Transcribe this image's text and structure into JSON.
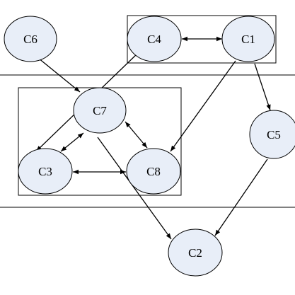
{
  "colors": {
    "node_fill": "#e8eef8",
    "stroke": "#000000",
    "box_stroke": "#000000",
    "band_stroke": "#000000",
    "background": "#ffffff"
  },
  "nodes": {
    "c1": {
      "label": "C1"
    },
    "c2": {
      "label": "C2"
    },
    "c3": {
      "label": "C3"
    },
    "c4": {
      "label": "C4"
    },
    "c5": {
      "label": "C5"
    },
    "c6": {
      "label": "C6"
    },
    "c7": {
      "label": "C7"
    },
    "c8": {
      "label": "C8"
    }
  },
  "edges": [
    {
      "from": "C6",
      "to": "C7",
      "direction": "forward"
    },
    {
      "from": "C4",
      "to": "C3",
      "direction": "forward"
    },
    {
      "from": "C4",
      "to": "C1",
      "direction": "both"
    },
    {
      "from": "C1",
      "to": "C8",
      "direction": "forward"
    },
    {
      "from": "C1",
      "to": "C5",
      "direction": "forward"
    },
    {
      "from": "C7",
      "to": "C3",
      "direction": "both"
    },
    {
      "from": "C7",
      "to": "C8",
      "direction": "both"
    },
    {
      "from": "C3",
      "to": "C8",
      "direction": "both"
    },
    {
      "from": "C7",
      "to": "C2",
      "direction": "forward"
    },
    {
      "from": "C5",
      "to": "C2",
      "direction": "forward"
    }
  ]
}
